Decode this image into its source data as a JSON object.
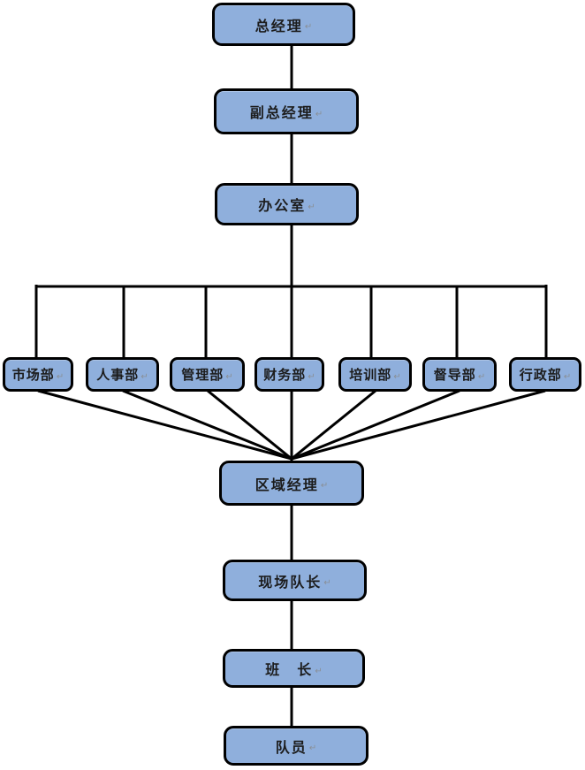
{
  "diagram": {
    "type": "org-chart",
    "direction": "top-down"
  },
  "nodes": [
    {
      "id": "general-manager",
      "label": "总经理"
    },
    {
      "id": "deputy-general-manager",
      "label": "副总经理"
    },
    {
      "id": "office",
      "label": "办公室"
    },
    {
      "id": "marketing-dept",
      "label": "市场部"
    },
    {
      "id": "hr-dept",
      "label": "人事部"
    },
    {
      "id": "management-dept",
      "label": "管理部"
    },
    {
      "id": "finance-dept",
      "label": "财务部"
    },
    {
      "id": "training-dept",
      "label": "培训部"
    },
    {
      "id": "supervision-dept",
      "label": "督导部"
    },
    {
      "id": "admin-dept",
      "label": "行政部"
    },
    {
      "id": "regional-manager",
      "label": "区域经理"
    },
    {
      "id": "site-team-leader",
      "label": "现场队长"
    },
    {
      "id": "squad-leader",
      "label": "班　长"
    },
    {
      "id": "team-member",
      "label": "队员"
    }
  ],
  "edges": [
    [
      "总经理",
      "副总经理"
    ],
    [
      "副总经理",
      "办公室"
    ],
    [
      "办公室",
      "市场部"
    ],
    [
      "办公室",
      "人事部"
    ],
    [
      "办公室",
      "管理部"
    ],
    [
      "办公室",
      "财务部"
    ],
    [
      "办公室",
      "培训部"
    ],
    [
      "办公室",
      "督导部"
    ],
    [
      "办公室",
      "行政部"
    ],
    [
      "市场部",
      "区域经理"
    ],
    [
      "人事部",
      "区域经理"
    ],
    [
      "管理部",
      "区域经理"
    ],
    [
      "财务部",
      "区域经理"
    ],
    [
      "培训部",
      "区域经理"
    ],
    [
      "督导部",
      "区域经理"
    ],
    [
      "行政部",
      "区域经理"
    ],
    [
      "区域经理",
      "现场队长"
    ],
    [
      "现场队长",
      "班　长"
    ],
    [
      "班　长",
      "队员"
    ]
  ],
  "marks": {
    "pilcrow": "↵"
  },
  "colors": {
    "box_fill": "#8FAFDC",
    "box_border": "#000000",
    "connector": "#000000",
    "text": "#1c1c1c",
    "background": "#FFFFFF"
  }
}
